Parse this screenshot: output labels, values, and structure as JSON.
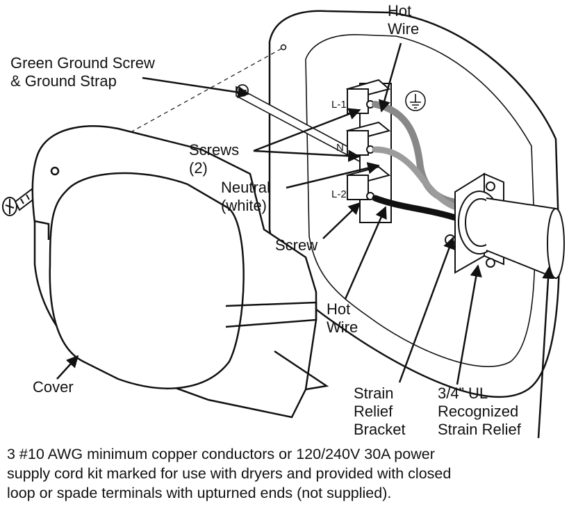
{
  "labels": {
    "hot_wire_top": [
      "Hot",
      "Wire"
    ],
    "ground": [
      "Green Ground Screw",
      "& Ground Strap"
    ],
    "screws": [
      "Screws",
      "(2)"
    ],
    "neutral": [
      "Neutral",
      "(white)"
    ],
    "screw": "Screw",
    "hot_wire_bottom": [
      "Hot",
      "Wire"
    ],
    "cover": "Cover",
    "bracket": [
      "Strain",
      "Relief",
      "Bracket"
    ],
    "strain_relief": [
      "3/4” UL",
      "Recognized",
      "Strain Relief"
    ],
    "terminal_l1": "L-1",
    "terminal_n": "N",
    "terminal_l2": "L-2"
  },
  "note": [
    "3 #10 AWG minimum copper conductors or 120/240V 30A power",
    "supply cord kit marked for use with dryers and provided with closed",
    "loop or spade terminals with upturned ends (not supplied)."
  ]
}
